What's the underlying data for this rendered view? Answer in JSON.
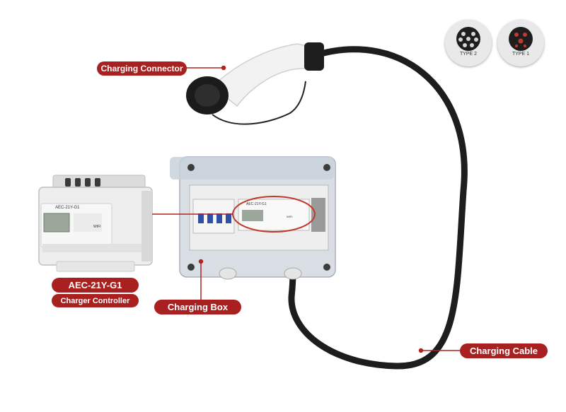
{
  "labels": {
    "charging_connector": "Charging Connector",
    "controller_model": "AEC-21Y-G1",
    "charger_controller": "Charger Controller",
    "charging_box": "Charging Box",
    "charging_cable": "Charging Cable"
  },
  "connector_types": [
    {
      "label": "TYPE 2"
    },
    {
      "label": "TYPE 1"
    }
  ],
  "device": {
    "model_print": "AEC-21Y-G1",
    "wifi_mark": "WIFI"
  },
  "colors": {
    "label_red": "#a8201f",
    "leader_red": "#b0231f",
    "highlight_ellipse": "#c0392b",
    "cable": "#1d1d1d"
  }
}
